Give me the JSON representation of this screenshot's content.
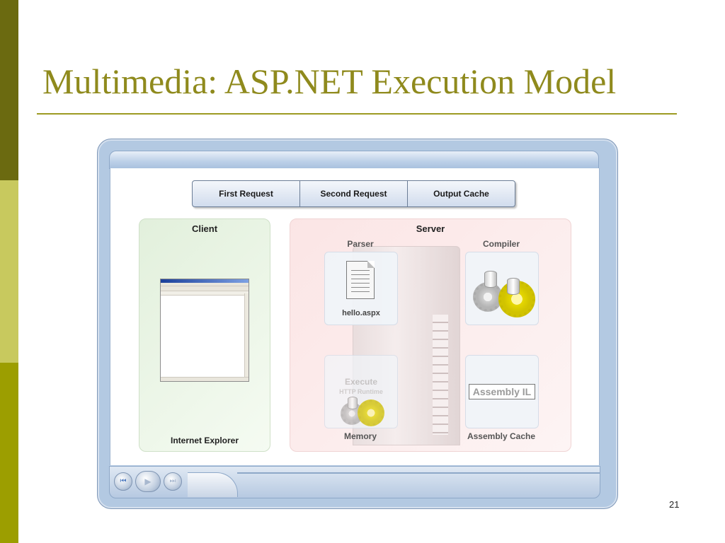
{
  "slide": {
    "title": "Multimedia: ASP.NET Execution Model",
    "number": "21"
  },
  "tabs": [
    "First Request",
    "Second Request",
    "Output Cache"
  ],
  "client": {
    "heading": "Client",
    "browser_label": "Internet Explorer"
  },
  "server": {
    "heading": "Server",
    "parser_label": "Parser",
    "compiler_label": "Compiler",
    "file_name": "hello.aspx",
    "execute_title": "Execute",
    "execute_subtitle": "HTTP Runtime",
    "memory_label": "Memory",
    "assembly_box": "Assembly IL",
    "assembly_cache_label": "Assembly Cache"
  },
  "controls": {
    "prev_glyph": "⏮",
    "play_glyph": "▶",
    "next_glyph": "⏭"
  },
  "colors": {
    "title": "#8f8a1d",
    "sidebar_dark": "#6b6a10",
    "sidebar_light": "#c8c95e",
    "sidebar_mid": "#9c9e00"
  }
}
